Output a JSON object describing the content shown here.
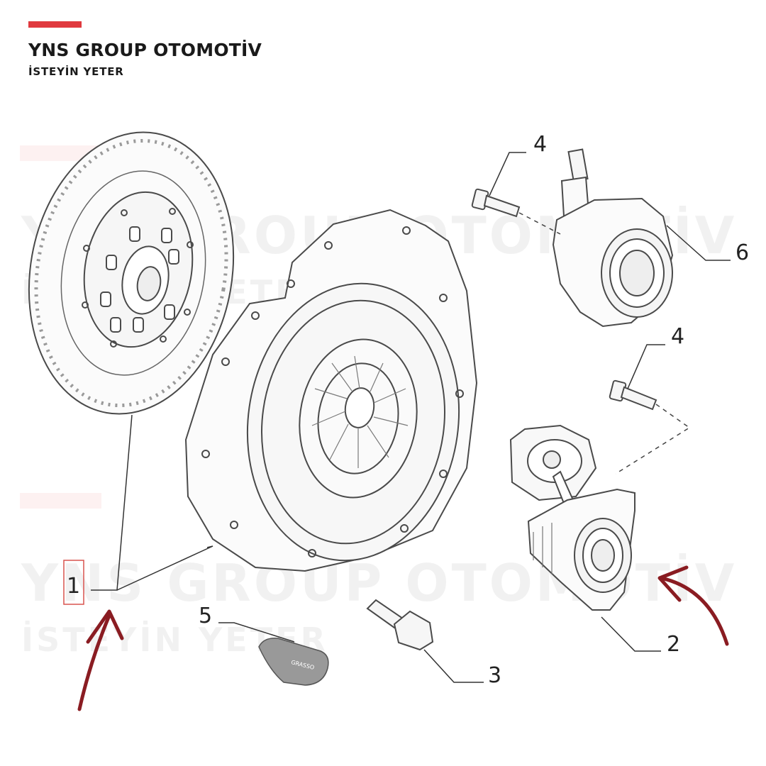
{
  "brand": {
    "title": "YNS GROUP OTOMOTİV",
    "tagline": "İSTEYİN YETER",
    "accent_color": "#e0393e"
  },
  "callouts": {
    "part_1": "1",
    "part_2": "2",
    "part_3": "3",
    "part_4_top": "4",
    "part_4_mid": "4",
    "part_5": "5",
    "part_6": "6"
  },
  "grease_label": "GRASSO",
  "highlight": {
    "arrow_color": "#8a1c22",
    "box_color": "#d9534f"
  }
}
